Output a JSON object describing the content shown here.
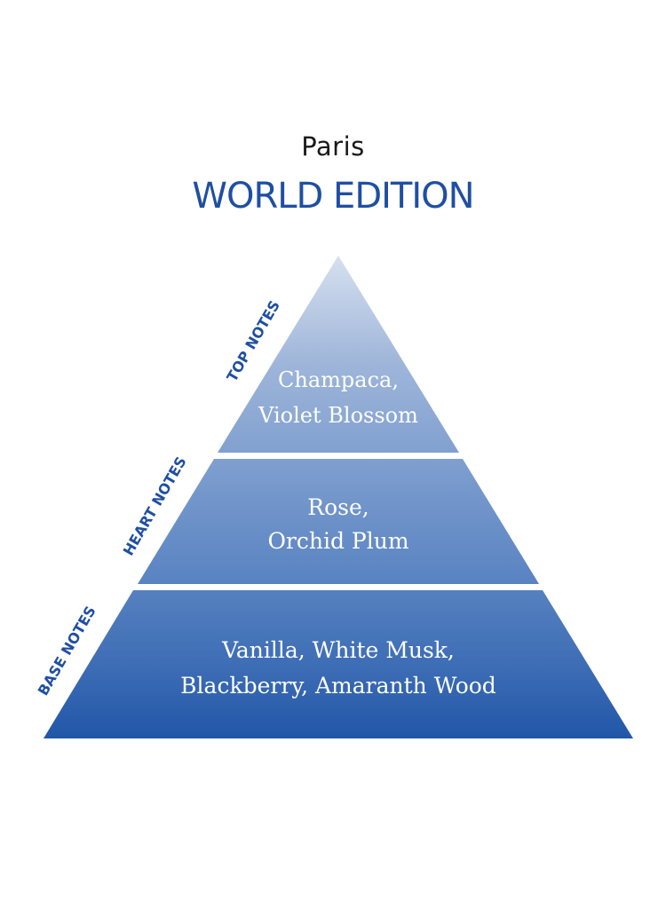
{
  "header": {
    "brand": "Paris",
    "edition": "WORLD EDITION"
  },
  "pyramid": {
    "tiers": [
      {
        "label": "TOP NOTES",
        "lines": [
          "Champaca,",
          "Violet Blossom"
        ]
      },
      {
        "label": "HEART NOTES",
        "lines": [
          "Rose,",
          "Orchid Plum"
        ]
      },
      {
        "label": "BASE NOTES",
        "lines": [
          "Vanilla, White Musk,",
          "Blackberry, Amaranth Wood"
        ]
      }
    ]
  },
  "colors": {
    "accent": "#1f4fa3",
    "tier_top_light": "#d4deee",
    "tier_base_dark": "#2156a8"
  }
}
